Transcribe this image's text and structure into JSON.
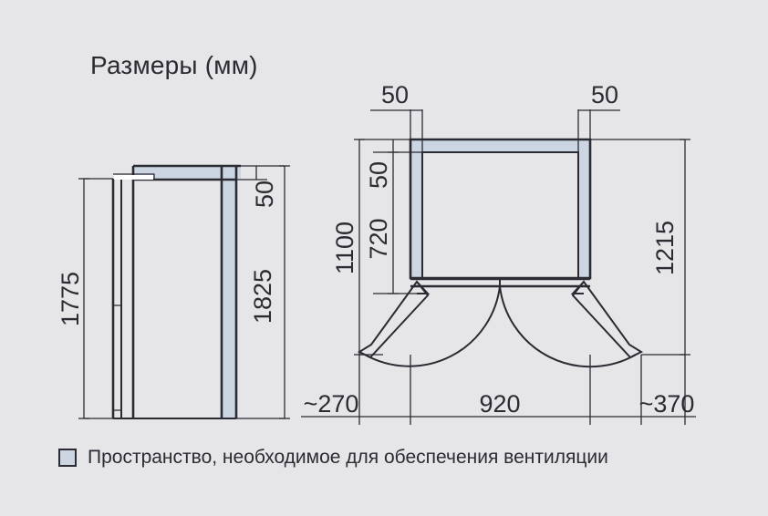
{
  "title": "Размеры (мм)",
  "legend": {
    "swatch_color": "#ccd5e2",
    "label": "Пространство, необходимое для обеспечения вентиляции"
  },
  "colors": {
    "background": "#e6e6e8",
    "ventilation": "#ccd5e2",
    "line": "#2b2b33",
    "text": "#2b2b33"
  },
  "side_view": {
    "name": "side-view",
    "dimensions": {
      "appliance_height": "1775",
      "top_clearance": "50",
      "total_height": "1825"
    }
  },
  "top_view": {
    "name": "top-view",
    "dimensions": {
      "left_clearance_top": "50",
      "right_clearance_top": "50",
      "rear_clearance": "50",
      "cabinet_depth": "720",
      "total_depth": "1100",
      "door_swing_depth": "1215",
      "left_door_width": "~270",
      "cabinet_width": "920",
      "right_door_width": "~370"
    }
  },
  "chart_data": {
    "type": "table",
    "title": "Размеры (мм)",
    "categories": [
      "1775",
      "50",
      "1825",
      "50",
      "50",
      "50",
      "720",
      "1100",
      "1215",
      "~270",
      "920",
      "~370"
    ],
    "values": [
      1775,
      50,
      1825,
      50,
      50,
      50,
      720,
      1100,
      1215,
      270,
      920,
      370
    ]
  }
}
